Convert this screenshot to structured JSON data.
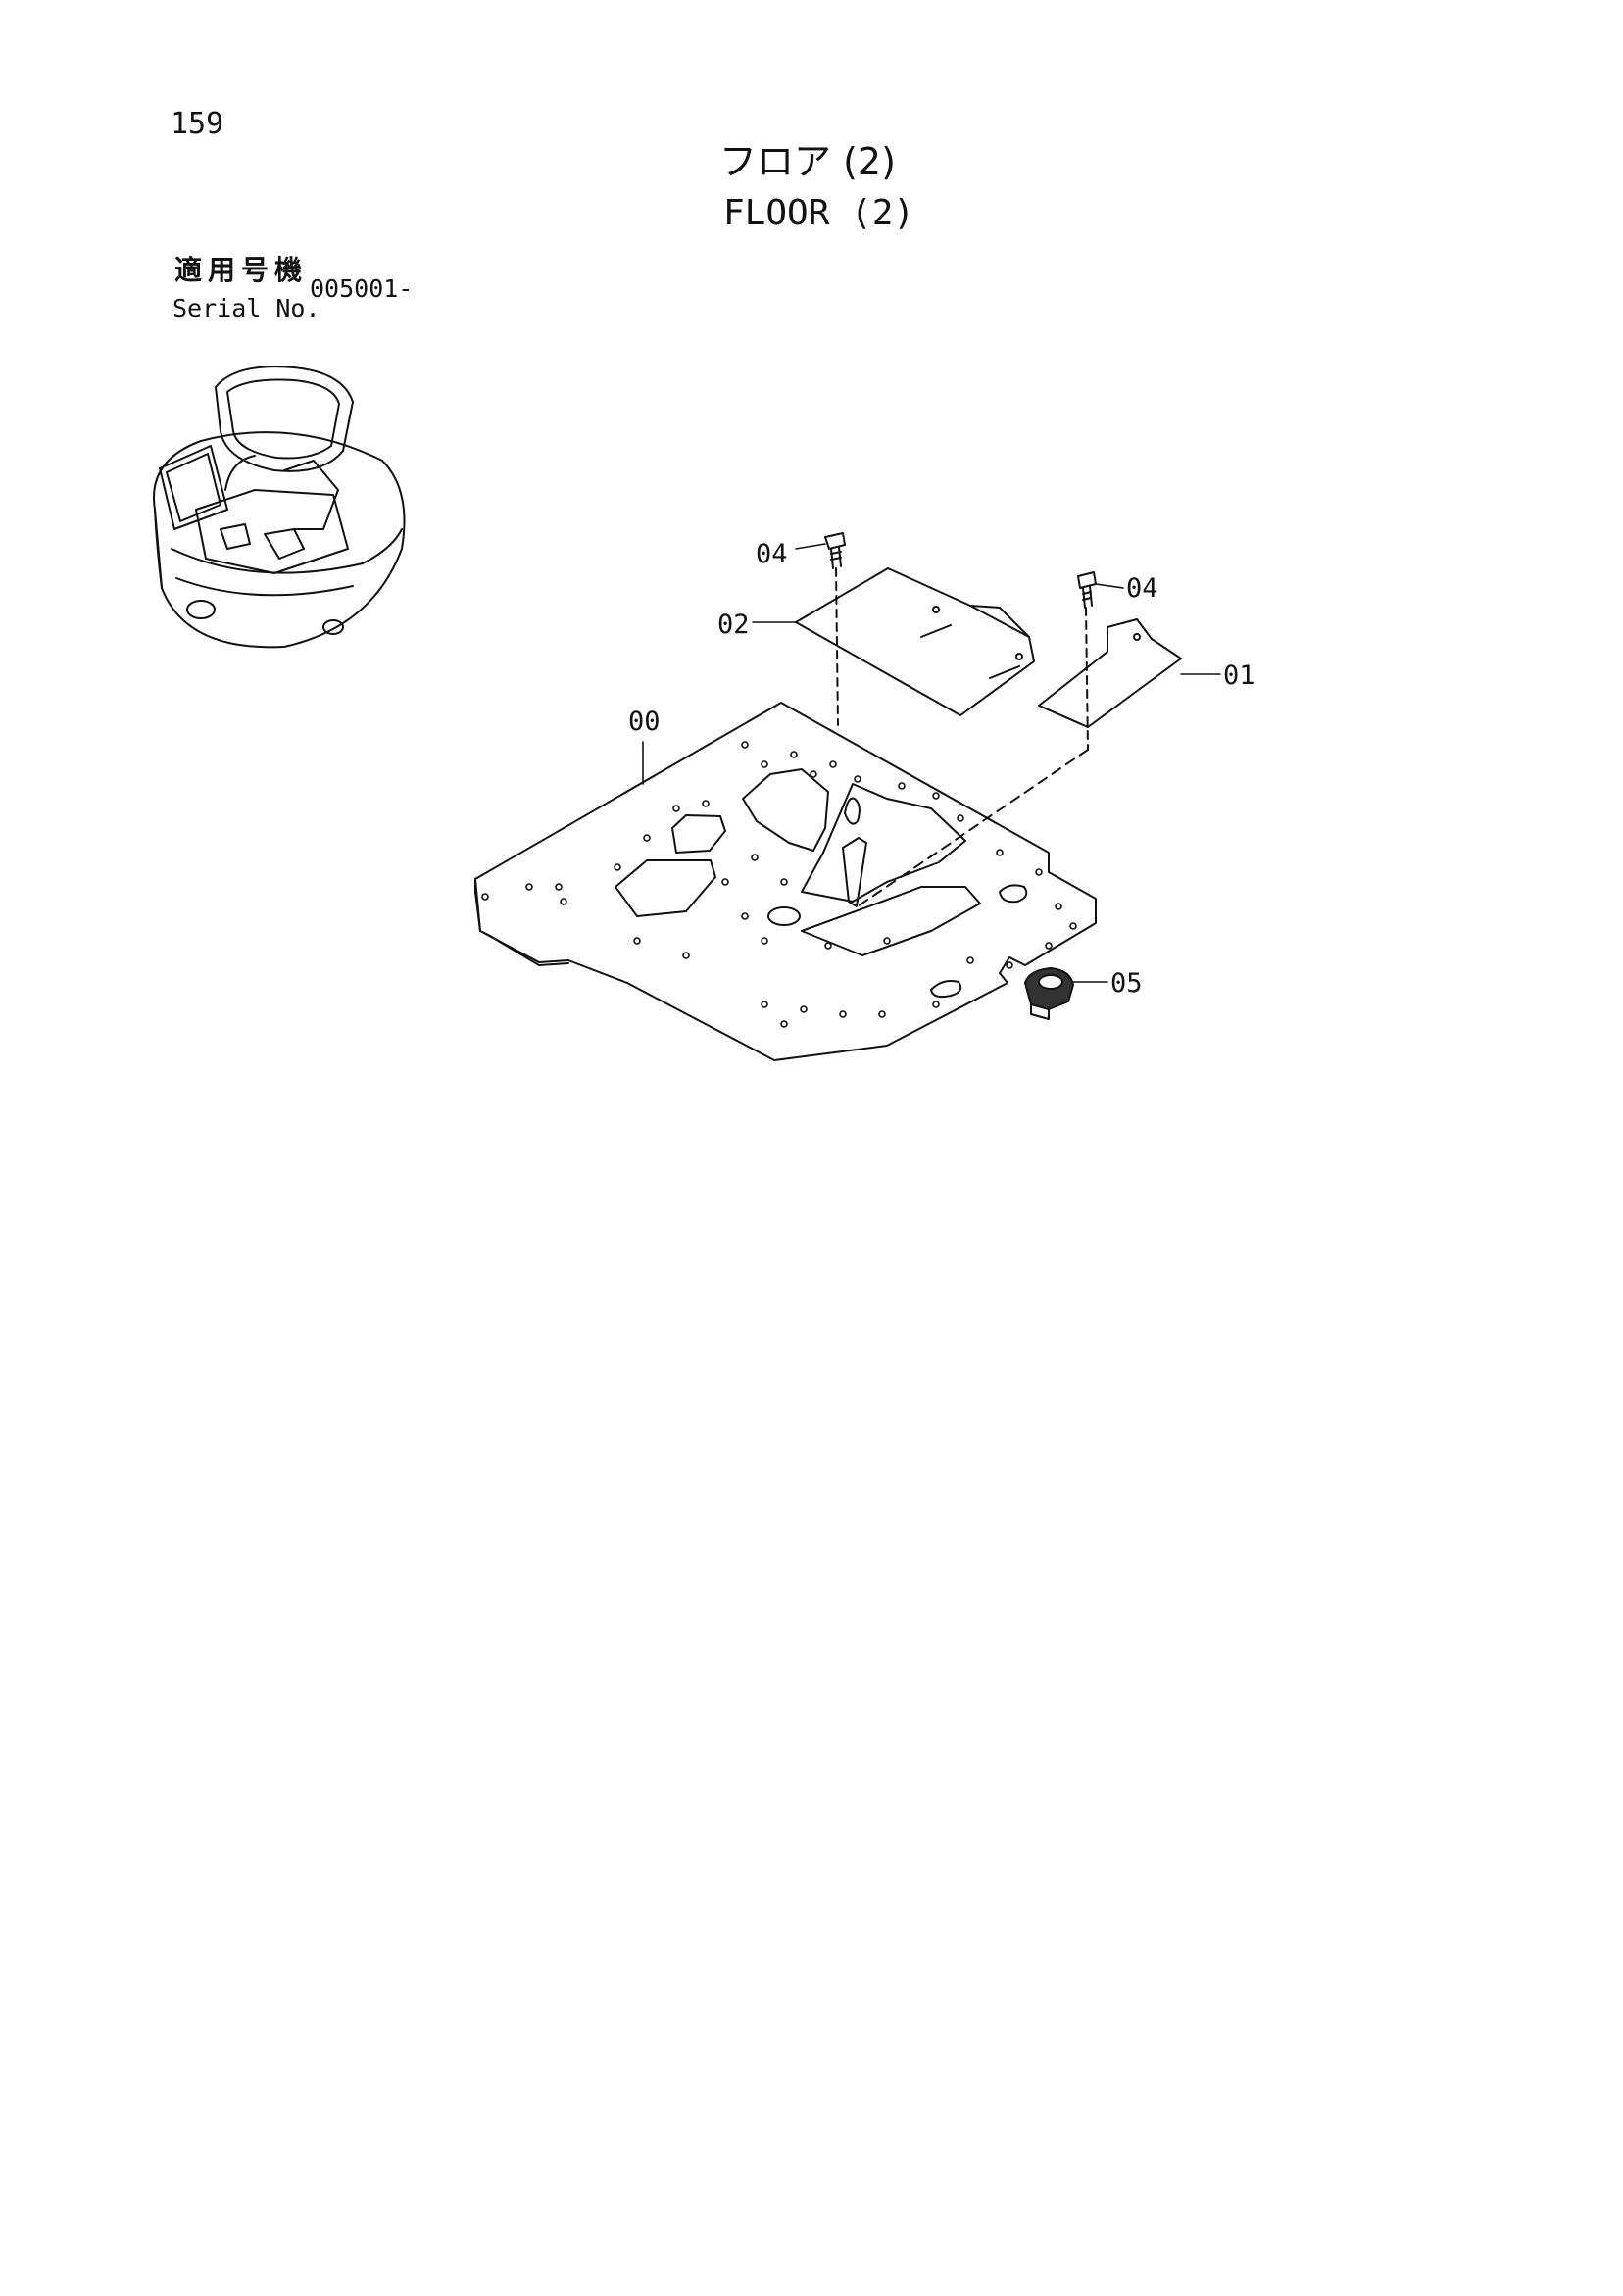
{
  "page_number": "159",
  "title_jp": "フロア (2)",
  "title_en": "FLOOR (2)",
  "serial": {
    "label_jp": "適用号機",
    "label_en": "Serial No.",
    "value": "005001-"
  },
  "callouts": {
    "c00": "00",
    "c01": "01",
    "c02": "02",
    "c04a": "04",
    "c04b": "04",
    "c05": "05"
  }
}
